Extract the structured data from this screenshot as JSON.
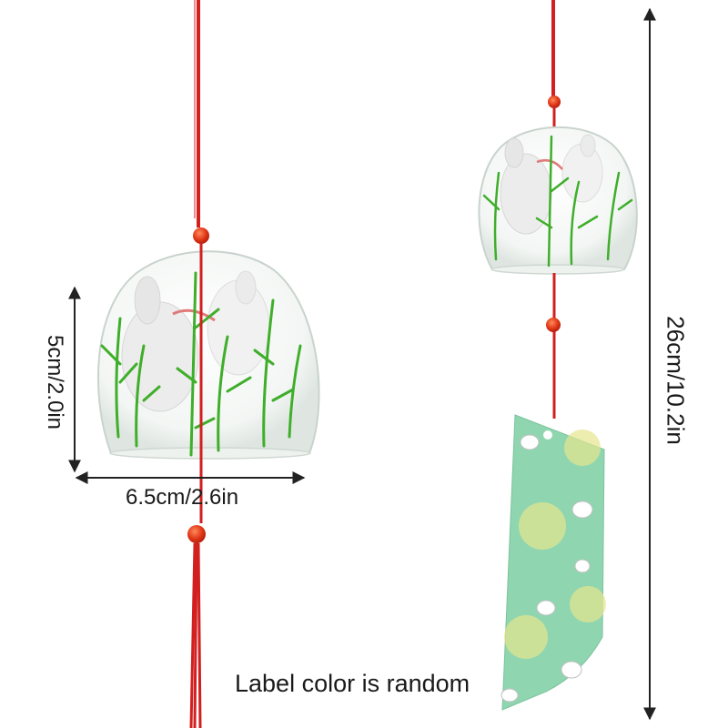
{
  "dimensions": {
    "bell_width": "6.5cm/2.6in",
    "bell_height": "5cm/2.0in",
    "total_length": "26cm/10.2in"
  },
  "caption": "Label color is random",
  "colors": {
    "string": "#d21f1f",
    "bead": "#e23a1a",
    "leaf": "#3fae2a",
    "tag": "#8fd6b0",
    "dimension_line": "#222222"
  }
}
